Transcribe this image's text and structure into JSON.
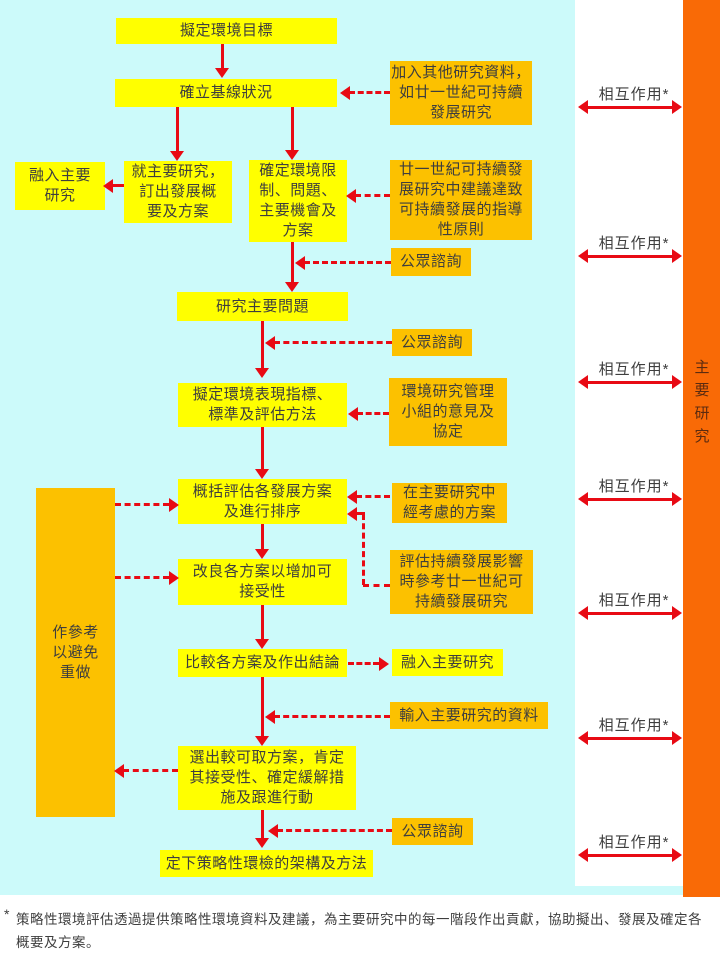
{
  "colors": {
    "background_cyan": "#ccfafa",
    "process_box_yellow": "#ffff00",
    "input_box_amber": "#fcc100",
    "main_study_bar_orange": "#f96a06",
    "arrow_red": "#e80a14",
    "text": "#3e3e3e"
  },
  "nodes": [
    {
      "id": "set-env-objectives",
      "text": "擬定環境目標"
    },
    {
      "id": "establish-baseline",
      "text": "確立基線狀況"
    },
    {
      "id": "integrate-main-study-left",
      "text": "融入主要\n研究"
    },
    {
      "id": "develop-briefs-options",
      "text": "就主要研究，\n訂出發展概\n要及方案"
    },
    {
      "id": "identify-constraints",
      "text": "確定環境限\n制、問題、\n主要機會及\n方案"
    },
    {
      "id": "add-other-study-data",
      "text": "加入其他研究資料，\n如廿一世紀可持續\n發展研究"
    },
    {
      "id": "agenda21-principles",
      "text": "廿一世紀可持續發\n展研究中建議達致\n可持續發展的指導\n性原則"
    },
    {
      "id": "public-consultation-1",
      "text": "公眾諮詢"
    },
    {
      "id": "study-key-issues",
      "text": "研究主要問題"
    },
    {
      "id": "public-consultation-2",
      "text": "公眾諮詢"
    },
    {
      "id": "env-performance-indicators",
      "text": "擬定環境表現指標、\n標準及評估方法"
    },
    {
      "id": "study-management-group",
      "text": "環境研究管理\n小組的意見及\n協定"
    },
    {
      "id": "broad-evaluation-ranking",
      "text": "概括評估各發展方案\n及進行排序"
    },
    {
      "id": "options-considered",
      "text": "在主要研究中\n經考慮的方案"
    },
    {
      "id": "improve-options",
      "text": "改良各方案以增加可\n接受性"
    },
    {
      "id": "sustainability-reference",
      "text": "評估持續發展影響\n時參考廿一世紀可\n持續發展研究"
    },
    {
      "id": "compare-conclude",
      "text": "比較各方案及作出結論"
    },
    {
      "id": "integrate-main-study-right",
      "text": "融入主要研究"
    },
    {
      "id": "input-main-study-data",
      "text": "輸入主要研究的資料"
    },
    {
      "id": "select-preferred-option",
      "text": "選出較可取方案，肯定\n其接受性、確定緩解措\n施及跟進行動"
    },
    {
      "id": "public-consultation-3",
      "text": "公眾諮詢"
    },
    {
      "id": "sea-framework-methods",
      "text": "定下策略性環檢的架構及方法"
    },
    {
      "id": "reference-avoid-rework",
      "text": "作參考\n以避免\n重做"
    }
  ],
  "side_panel": {
    "interaction_label": "相互作用*",
    "main_study_label": "主\n要\n研\n究"
  },
  "footnote": {
    "marker": "*",
    "text": "策略性環境評估透過提供策略性環境資料及建議，為主要研究中的每一階段作出貢獻，協助擬出、發展及確定各概要及方案。"
  }
}
